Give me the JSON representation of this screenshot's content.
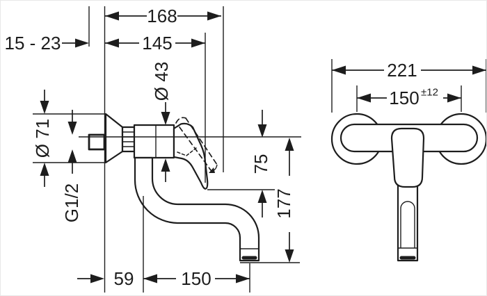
{
  "drawing": {
    "description": "Technical dimension drawing of a wall-mounted single-lever mixer tap, side view and front view",
    "background_color": "#ffffff",
    "line_color": "#1d1d1d"
  },
  "side_view": {
    "dimensions": {
      "projection_total": "168",
      "projection_to_handle": "145",
      "wall_distance_range": "15 - 23",
      "handle_diameter": "Ø 43",
      "escutcheon_diameter": "Ø 71",
      "connection_thread": "G1/2",
      "lever_drop": "75",
      "total_drop": "177",
      "spout_offset": "59",
      "spout_reach": "150"
    }
  },
  "front_view": {
    "dimensions": {
      "overall_width": "221",
      "connection_centers": "150",
      "connection_centers_tolerance": "±12"
    }
  }
}
